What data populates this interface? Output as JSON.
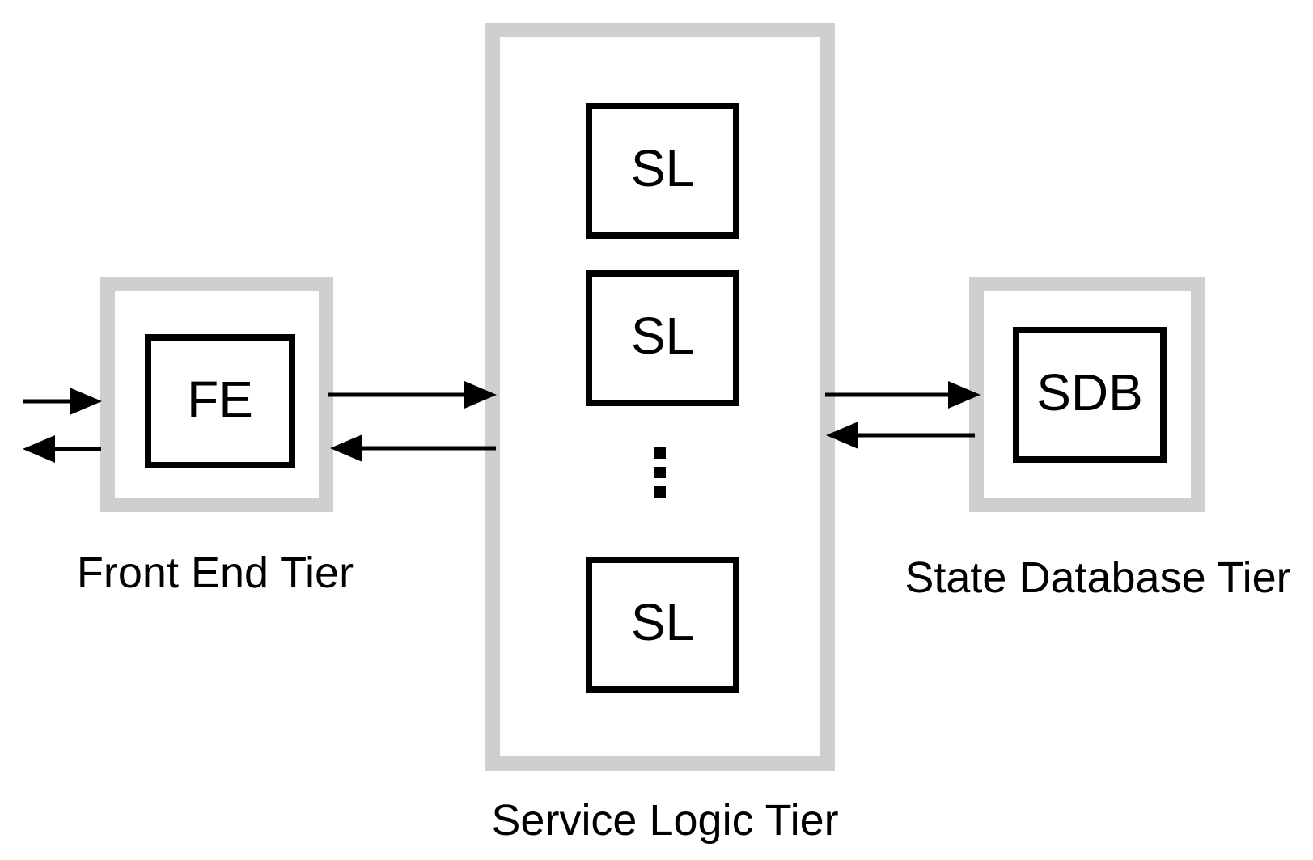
{
  "tiers": {
    "front_end": {
      "label": "Front End Tier",
      "node": "FE"
    },
    "service_logic": {
      "label": "Service Logic Tier",
      "nodes": [
        "SL",
        "SL",
        "SL"
      ],
      "ellipsis": "⋮"
    },
    "state_database": {
      "label": "State Database Tier",
      "node": "SDB"
    }
  },
  "colors": {
    "tier_frame": "#d0cece",
    "node_border": "#000000",
    "arrow": "#000000",
    "background": "#ffffff"
  }
}
